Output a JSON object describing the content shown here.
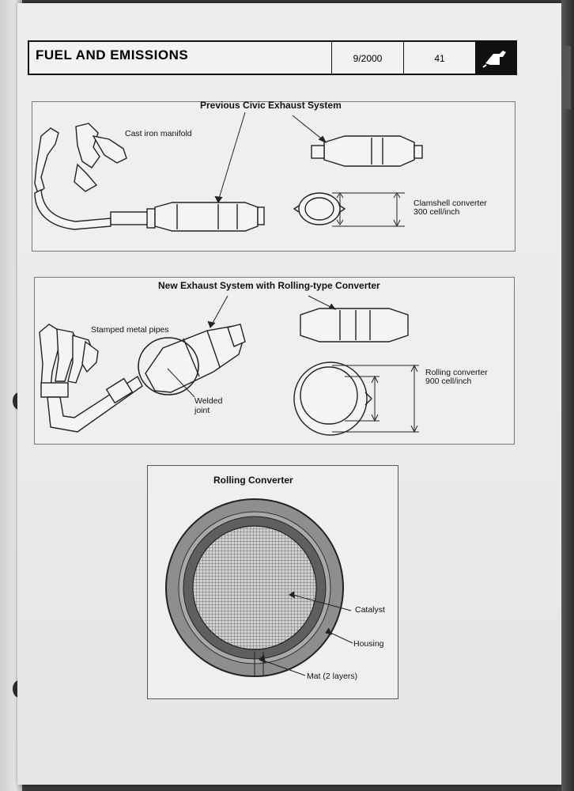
{
  "header": {
    "section_title": "FUEL AND EMISSIONS",
    "date": "9/2000",
    "page_number": "41"
  },
  "panel1": {
    "title": "Previous Civic Exhaust System",
    "label_manifold": "Cast iron manifold",
    "label_converter_line1": "Clamshell converter",
    "label_converter_line2": "300 cell/inch"
  },
  "panel2": {
    "title": "New Exhaust System with Rolling-type Converter",
    "label_pipes": "Stamped metal pipes",
    "label_joint_line1": "Welded",
    "label_joint_line2": "joint",
    "label_converter_line1": "Rolling converter",
    "label_converter_line2": "900 cell/inch"
  },
  "panel3": {
    "title": "Rolling Converter",
    "label_catalyst": "Catalyst",
    "label_housing": "Housing",
    "label_mat": "Mat (2 layers)"
  },
  "icons": [
    "fuel-nozzle-icon"
  ]
}
